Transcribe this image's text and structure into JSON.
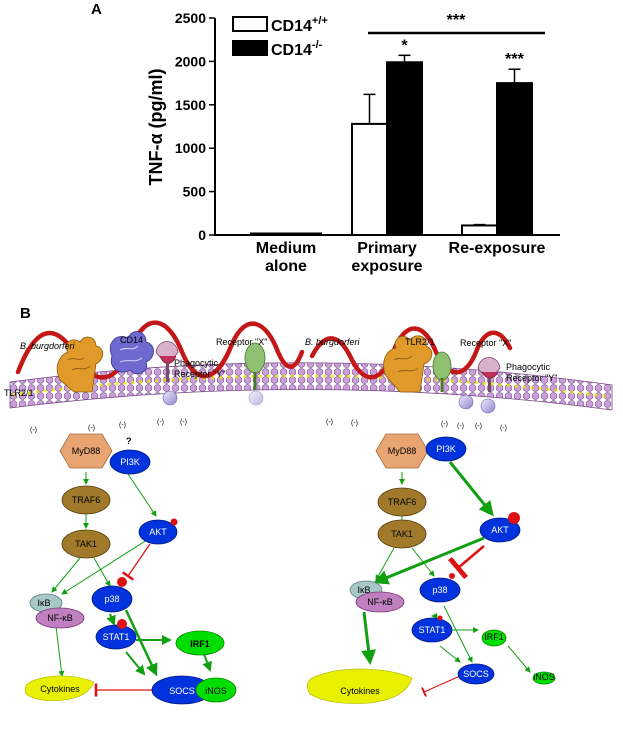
{
  "panel_a": "A",
  "panel_b": "B",
  "chart_data": {
    "type": "bar",
    "categories": [
      [
        "Medium",
        "alone"
      ],
      [
        "Primary",
        "exposure"
      ],
      [
        "Re-exposure"
      ]
    ],
    "series": [
      {
        "name_base": "CD14",
        "name_sup": "+/+",
        "fill": "#ffffff",
        "values": [
          5,
          1280,
          110
        ],
        "errors": [
          0,
          340,
          10
        ]
      },
      {
        "name_base": "CD14",
        "name_sup": "-/-",
        "fill": "#000000",
        "values": [
          12,
          1990,
          1750
        ],
        "errors": [
          0,
          80,
          160
        ]
      }
    ],
    "ylabel": "TNF-α (pg/ml)",
    "ylim": [
      0,
      2500
    ],
    "yticks": [
      "0",
      "500",
      "1000",
      "1500",
      "2000",
      "2500"
    ],
    "annotations": {
      "bracket": "***",
      "primary_ko": "*",
      "reexposure_ko": "***"
    }
  },
  "diagram": {
    "left": {
      "bacterium": "B. burgdorferi",
      "receptors": {
        "cd14": "CD14",
        "tlr": "TLR2/1",
        "receptor_x": "Receptor \"X\"",
        "phago_1": "Phagocytic",
        "phago_2": "Receptor \"Y\""
      },
      "question": "?",
      "charge": "(-)",
      "nodes": {
        "myd88": "MyD88",
        "pi3k": "PI3K",
        "traf6": "TRAF6",
        "tak1": "TAK1",
        "akt": "AKT",
        "ikb": "IκB",
        "nfkb": "NF-κB",
        "p38": "p38",
        "stat1": "STAT1",
        "irf1": "IRF1",
        "socs": "SOCS",
        "inos": "iNOS",
        "cytokines": "Cytokines"
      }
    },
    "right": {
      "bacterium": "B. burgdorferi",
      "receptors": {
        "tlr": "TLR2/1",
        "receptor_x": "Receptor \"X\"",
        "phago_1": "Phagocytic",
        "phago_2": "Receptor \"Y\""
      },
      "charge": "(-)",
      "nodes": {
        "myd88": "MyD88",
        "pi3k": "PI3K",
        "traf6": "TRAF6",
        "tak1": "TAK1",
        "akt": "AKT",
        "ikb": "IκB",
        "nfkb": "NF-κB",
        "p38": "p38",
        "stat1": "STAT1",
        "irf1": "IRF1",
        "socs": "SOCS",
        "inos": "iNOS",
        "cytokines": "Cytokines"
      }
    },
    "colors": {
      "blue": "#0033dd",
      "brown": "#a07a2a",
      "green": "#00cc00",
      "pale_green": "#e8f000",
      "red": "#dd1111",
      "membrane": "#c9a0dc"
    }
  }
}
